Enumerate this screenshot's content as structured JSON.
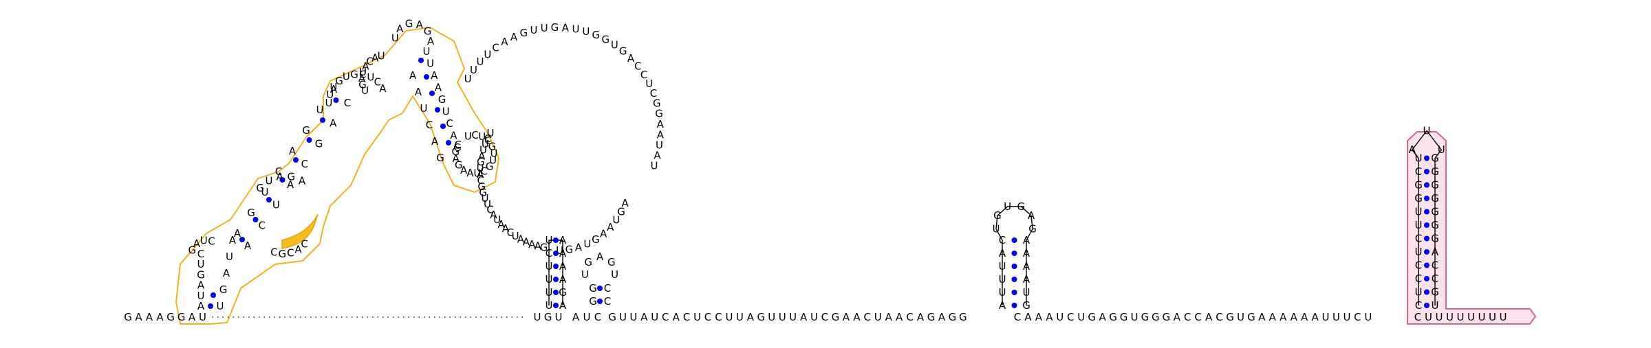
{
  "colors": {
    "base_pair_dot": "#0000ff",
    "highlight_orange": "#f2b21f",
    "highlight_pink": "#d8658a",
    "nucleotide_text": "#000000"
  },
  "strand": {
    "leading": "GAAAGGA",
    "stem_c_left": "UGU",
    "stem_c_inner": "AUC",
    "stem_d_after": "GUUAUCACUCCUUAGUUUAUCGAACUAACAGAGG",
    "stem_e_after": "CAAAUCUGAGGUGGGACCACGUGAAAAAAUUUCU",
    "tail": "CUUUUUUUU"
  },
  "big_loop": {
    "sequence": "UGAUGAAUGAUAUAAGGCUCCAGUGGUUAGUUGAACUUUUUCUUAGUACGGUUCAUAACUAAAAG"
  },
  "orange_domain": {
    "hairpin1_left": "AUAGUC",
    "hairpin1_right": "UGAUA",
    "interior1": "CGCAC",
    "hairpin2_stem_left": "AGUCAGUA",
    "hairpin2_loop": "UUUGU",
    "hairpin2_stem_right": "ACUACGAC",
    "hairpin3_left": "UGAUACAU",
    "hairpin3_loop": "UAGAGA",
    "hairpin3_right": "UUAAGUCAG",
    "hairpin4": "UCUCGUUGCUAAGAGC"
  },
  "stem_c": {
    "left": "UUUUCU",
    "right": "AAAAGA",
    "loop": "GAG"
  },
  "small_hairpin": {
    "left": "GG",
    "right": "CC",
    "loop": "UGAGU"
  },
  "stem_d": {
    "left": "AUUUAC",
    "right": "AAAAUG",
    "loop": "UGUGAG"
  },
  "stem_e": {
    "left": "CUCCUCUUGGCU",
    "right": "GGGGGGGACCGU",
    "loop": "AUU"
  }
}
